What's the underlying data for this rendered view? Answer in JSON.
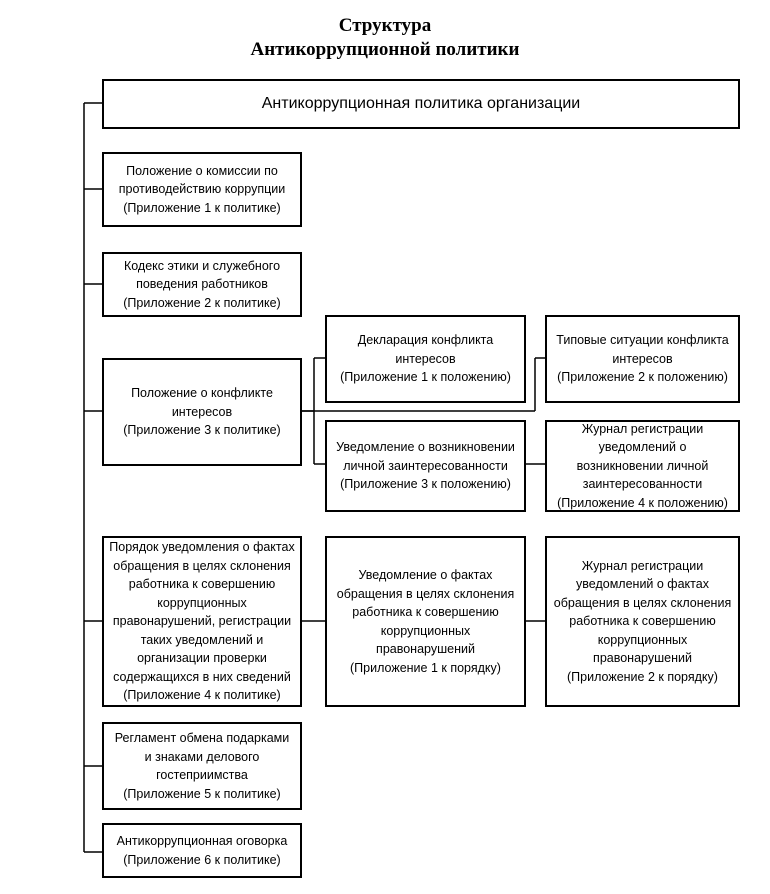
{
  "title": {
    "line1": "Структура",
    "line2": "Антикоррупционной политики"
  },
  "nodes": {
    "policy": "Антикоррупционная политика организации",
    "commission": {
      "lines": [
        "Положение о комиссии по",
        "противодействию коррупции",
        "(Приложение 1 к политике)"
      ]
    },
    "ethics": {
      "lines": [
        "Кодекс этики и служебного",
        "поведения работников",
        "(Приложение 2 к политике)"
      ]
    },
    "conflict": {
      "lines": [
        "Положение о конфликте",
        "интересов",
        "(Приложение 3 к политике)"
      ]
    },
    "declaration": {
      "lines": [
        "Декларация конфликта",
        "интересов",
        "(Приложение 1 к положению)"
      ]
    },
    "typical": {
      "lines": [
        "Типовые ситуации конфликта",
        "интересов",
        "(Приложение 2 к положению)"
      ]
    },
    "notice_interest": {
      "lines": [
        "Уведомление о возникновении",
        "личной заинтересованности",
        "(Приложение 3 к положению)"
      ]
    },
    "journal_interest": {
      "lines": [
        "Журнал регистрации",
        "уведомлений о",
        "возникновении личной",
        "заинтересованности",
        "(Приложение 4 к положению)"
      ]
    },
    "procedure": {
      "lines": [
        "Порядок уведомления о фактах",
        "обращения в целях склонения",
        "работника к совершению",
        "коррупционных",
        "правонарушений, регистрации",
        "таких уведомлений и",
        "организации проверки",
        "содержащихся в них сведений",
        "(Приложение 4 к политике)"
      ]
    },
    "notice_facts": {
      "lines": [
        "Уведомление о фактах",
        "обращения в целях склонения",
        "работника к совершению",
        "коррупционных",
        "правонарушений",
        "(Приложение 1 к порядку)"
      ]
    },
    "journal_facts": {
      "lines": [
        "Журнал регистрации",
        "уведомлений о фактах",
        "обращения в целях склонения",
        "работника к совершению",
        "коррупционных",
        "правонарушений",
        "(Приложение 2 к порядку)"
      ]
    },
    "gifts": {
      "lines": [
        "Регламент обмена подарками",
        "и знаками делового",
        "гостеприимства",
        "(Приложение 5 к политике)"
      ]
    },
    "clause": {
      "lines": [
        "Антикоррупционная оговорка",
        "(Приложение 6 к политике)"
      ]
    }
  }
}
